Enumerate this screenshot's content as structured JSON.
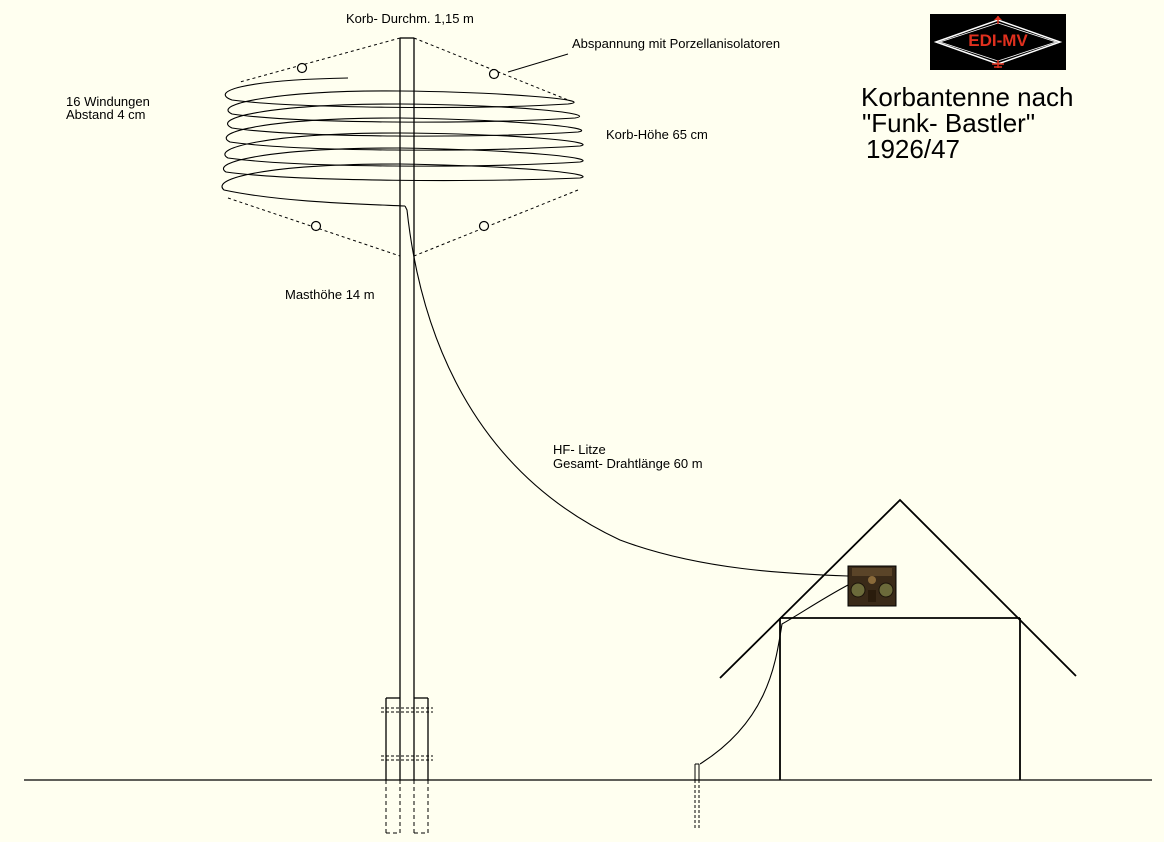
{
  "labels": {
    "basket_diameter": "Korb- Durchm. 1,15 m",
    "guying": "Abspannung mit Porzellanisolatoren",
    "windings_1": "16 Windungen",
    "windings_2": "Abstand 4 cm",
    "basket_height": "Korb-Höhe 65 cm",
    "mast_height": "Masthöhe 14 m",
    "wire_1": "HF- Litze",
    "wire_2": "Gesamt- Drahtlänge 60 m"
  },
  "title": {
    "line1": "Korbantenne nach",
    "line2": "\"Funk- Bastler\"",
    "line3": "1926/47"
  },
  "logo": {
    "text": "EDI-MV",
    "colors": {
      "background": "#000000",
      "diamond": "#ffffff",
      "text": "#e0301e"
    }
  },
  "colors": {
    "background": "#fffff0",
    "line": "#000000"
  }
}
